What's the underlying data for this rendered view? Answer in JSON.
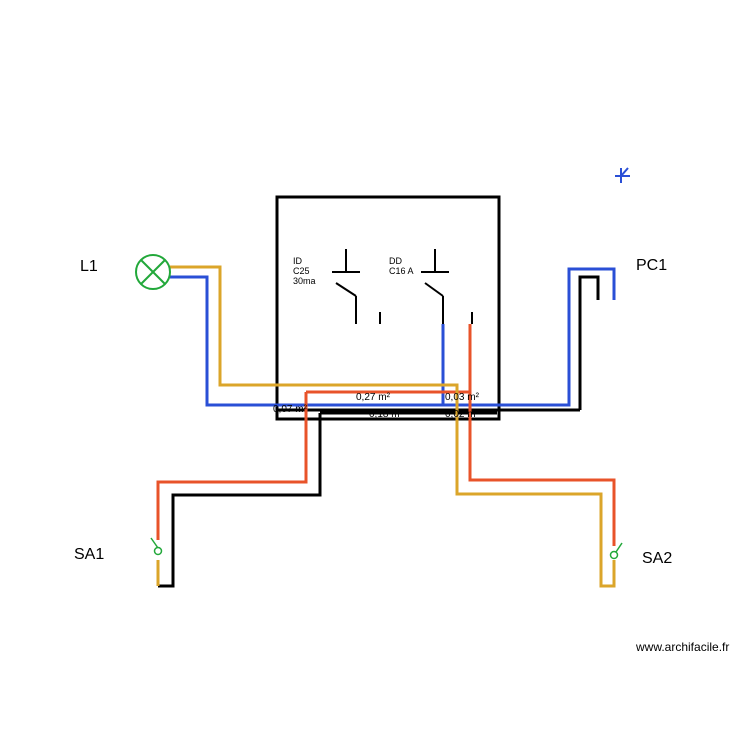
{
  "labels": {
    "lamp": "L1",
    "socket": "PC1",
    "switch1": "SA1",
    "switch2": "SA2"
  },
  "breakers": {
    "id": {
      "l1": "ID",
      "l2": "C25",
      "l3": "30ma"
    },
    "dd": {
      "l1": "DD",
      "l2": "C16 A"
    }
  },
  "areas": {
    "a1": "0,27 m²",
    "a2": "0,03 m²",
    "a3": "0,07 m²",
    "a4": "0,18 m²",
    "a5": "0,02 m²"
  },
  "watermark": "www.archifacile.fr",
  "colors": {
    "phase": "#e8532a",
    "neutral": "#2a4fd6",
    "return": "#dba52a",
    "earth": "#000000",
    "lamp": "#22a83a",
    "switch": "#22a83a",
    "marker": "#2a4fd6"
  },
  "icons": [
    "lamp-icon",
    "switch-icon",
    "socket-icon",
    "breaker-icon",
    "cursor-marker-icon"
  ]
}
